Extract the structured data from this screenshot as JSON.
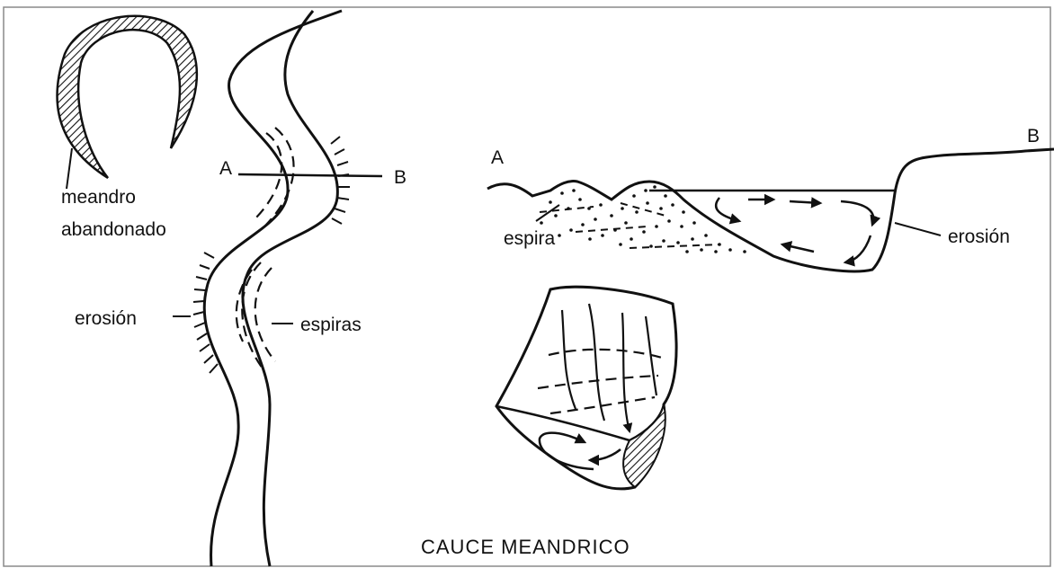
{
  "labels": {
    "abandoned_meander": [
      "meandro",
      "abandonado"
    ],
    "erosion_plan": "erosión",
    "scrolls": "espiras",
    "point_a": "A",
    "point_b": "B",
    "section_a": "A",
    "section_b": "B",
    "scroll_section": "espira",
    "erosion_section": "erosión",
    "caption": "CAUCE MEANDRICO"
  },
  "colors": {
    "ink": "#111111",
    "background": "#ffffff",
    "frame": "#8a8a8a"
  }
}
